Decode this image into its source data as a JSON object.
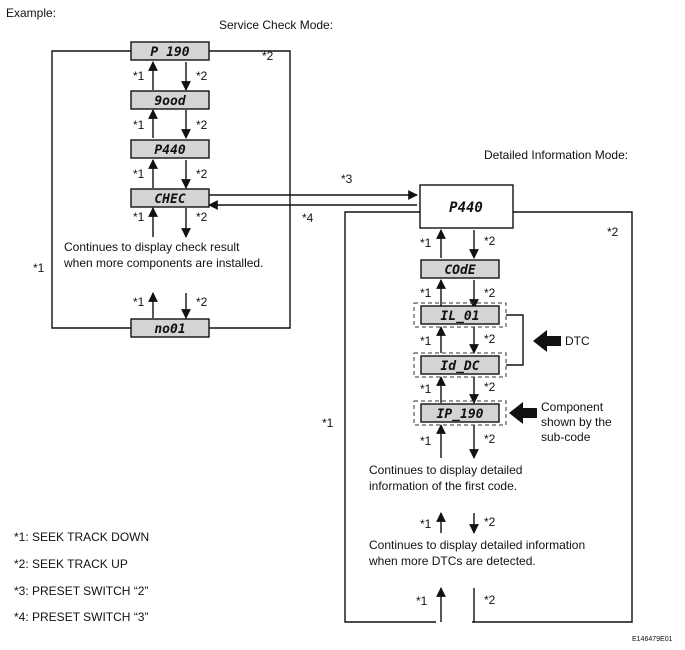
{
  "example_label": "Example:",
  "service_mode": {
    "title": "Service Check Mode:",
    "screens": [
      "P 190",
      "9ood",
      "P440",
      "CHEC",
      "no01"
    ],
    "note_line1": "Continues to display check result",
    "note_line2": "when more components are installed."
  },
  "detailed_mode": {
    "title": "Detailed Information Mode:",
    "screens": [
      "P440",
      "COdE",
      "IL_01",
      "Id_DC",
      "IP_190"
    ],
    "dtc_label": "DTC",
    "component_label": [
      "Component",
      "shown by the",
      "sub-code"
    ],
    "note1_line1": "Continues to display detailed",
    "note1_line2": "information of the first code.",
    "note2_line1": "Continues to display detailed information",
    "note2_line2": "when more DTCs are detected."
  },
  "markers": {
    "m1": "*1",
    "m2": "*2",
    "m3": "*3",
    "m4": "*4"
  },
  "legend": [
    "*1: SEEK TRACK DOWN",
    "*2: SEEK TRACK UP",
    "*3: PRESET SWITCH “2”",
    "*4: PRESET SWITCH “3”"
  ],
  "figure_id": "E146479E01"
}
